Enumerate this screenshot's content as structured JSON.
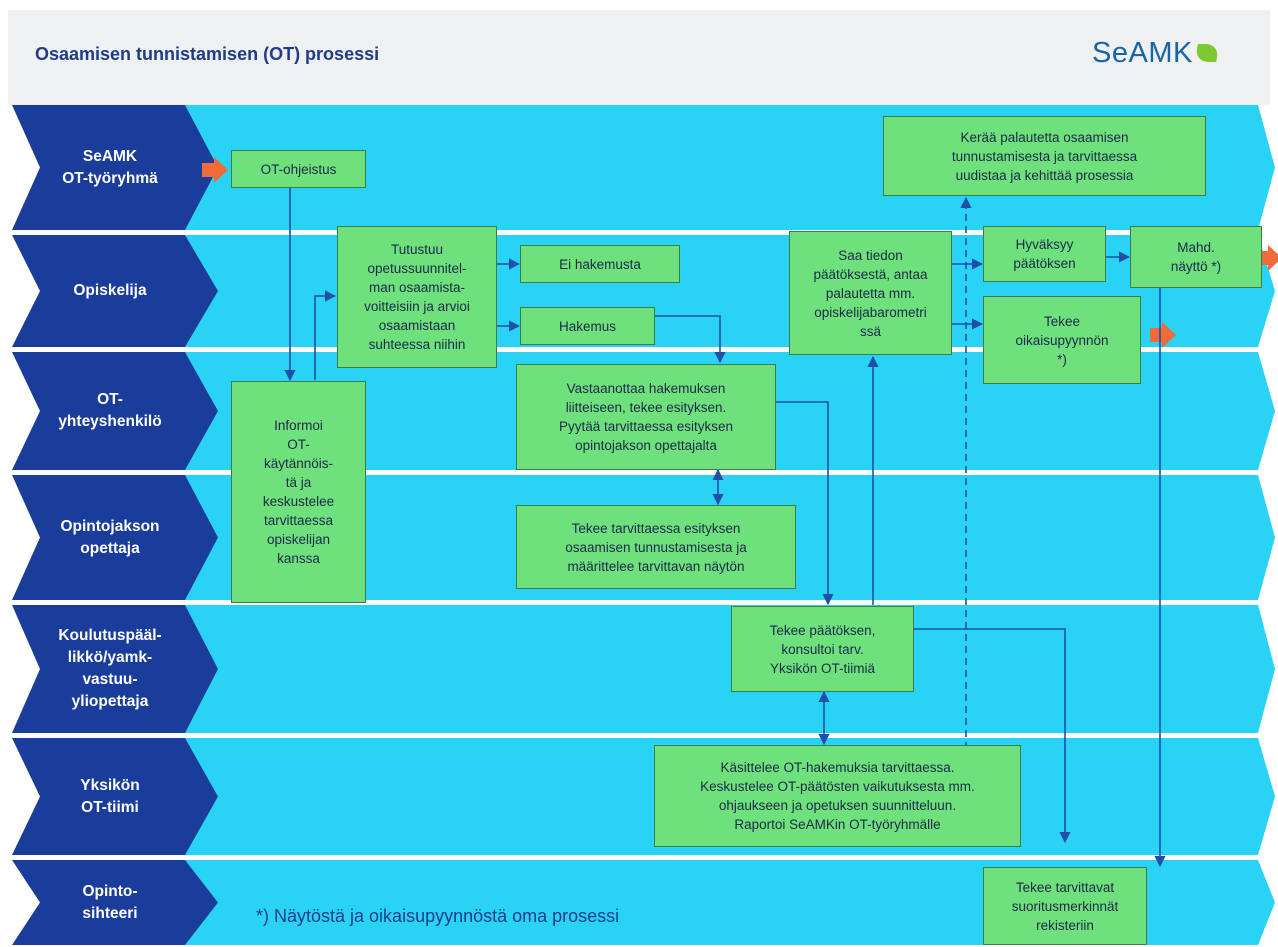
{
  "title": "Osaamisen tunnistamisen (OT) prosessi",
  "logo": {
    "text": "SeAMK",
    "leaf_icon": "leaf-icon"
  },
  "lanes": [
    {
      "id": "seamk",
      "label": "SeAMK\nOT-työryhmä"
    },
    {
      "id": "opiskelija",
      "label": "Opiskelija"
    },
    {
      "id": "yhteyshenkilo",
      "label": "OT-\nyhteyshenkilö"
    },
    {
      "id": "opettaja",
      "label": "Opintojakson\nopettaja"
    },
    {
      "id": "koulutuspaallikko",
      "label": "Koulutuspääl-\nlikkö/yamk-\nvastuu-\nyliopettaja"
    },
    {
      "id": "yksikon",
      "label": "Yksikön\nOT-tiimi"
    },
    {
      "id": "opintosihteeri",
      "label": "Opinto-\nsihteeri"
    }
  ],
  "boxes": {
    "ohjeistus": "OT-ohjeistus",
    "kerää": "Kerää palautetta osaamisen\ntunnustamisesta ja tarvittaessa\nuudistaa ja kehittää prosessia",
    "tutustuu": "Tutustuu\nopetussuunnitel-\nman osaamista-\nvoitteisiin ja arvioi\nosaamistaan\nsuhteessa niihin",
    "ei_hakemusta": "Ei hakemusta",
    "hakemus": "Hakemus",
    "saa_tiedon": "Saa tiedon\npäätöksestä, antaa\npalautetta mm.\nopiskelijabarometri\nssä",
    "hyvaksyy": "Hyväksyy\npäätöksen",
    "mahd": "Mahd.\nnäyttö *)",
    "tekee_oikaisu": "Tekee\noikaisupyynnön\n*)",
    "informoi": "Informoi\nOT-\nkäytännöis-\ntä ja\nkeskustelee\ntarvittaessa\nopiskelijan\nkanssa",
    "vastaanottaa": "Vastaanottaa hakemuksen\nliitteiseen, tekee esityksen.\nPyytää tarvittaessa esityksen\nopintojakson opettajalta",
    "tekee_esitys": "Tekee  tarvittaessa esityksen\nosaamisen tunnustamisesta ja\nmäärittelee tarvittavan näytön",
    "tekee_paatos": "Tekee päätöksen,\nkonsultoi tarv.\nYksikön OT-tiimiä",
    "kasittelee": "Käsittelee OT-hakemuksia tarvittaessa.\nKeskustelee OT-päätösten vaikutuksesta mm.\nohjaukseen ja opetuksen suunnitteluun.\nRaportoi SeAMKin OT-työryhmälle",
    "suoritus": "Tekee tarvittavat\nsuoritusmerkinnät\nrekisteriin"
  },
  "footnote": "*) Näytöstä ja oikaisupyynnöstä oma prosessi",
  "colors": {
    "lane_band": "#29d3f5",
    "lane_label": "#1a3d9c",
    "box_fill": "#6ee07c",
    "connector": "#1f4fa8",
    "start_arrow": "#f06a3a"
  }
}
